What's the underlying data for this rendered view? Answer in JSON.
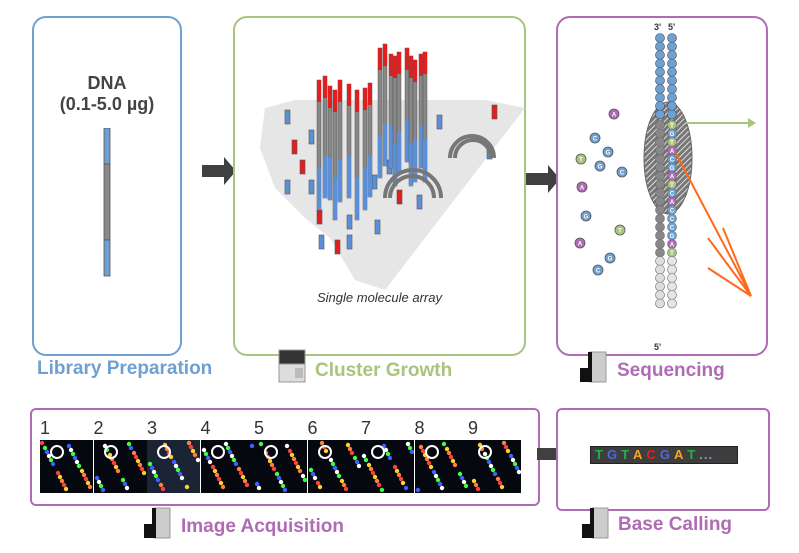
{
  "colors": {
    "library": "#6fa0d2",
    "cluster": "#a9c47f",
    "sequencing": "#b06bb5",
    "arrow": "#404040",
    "base_A": "#f5a623",
    "base_C": "#e02020",
    "base_G": "#4a6cdc",
    "base_T": "#22b04a"
  },
  "library_prep": {
    "title": "DNA",
    "amount": "(0.1-5.0 µg)",
    "label": "Library Preparation"
  },
  "cluster_growth": {
    "caption": "Single molecule array",
    "label": "Cluster Growth",
    "icon": "cbot-instrument-icon"
  },
  "sequencing": {
    "label": "Sequencing",
    "strand_top_left": "3'",
    "strand_top_right": "5'",
    "strand_bottom": "5'",
    "icon": "sequencer-instrument-icon",
    "free_nucleotides": [
      "A",
      "C",
      "G",
      "T",
      "G",
      "C",
      "A",
      "G",
      "T",
      "A",
      "G",
      "C"
    ],
    "strand_bases": [
      "T",
      "G",
      "T",
      "A",
      "C",
      "G",
      "A",
      "T",
      "C",
      "A",
      "C",
      "C",
      "C",
      "G",
      "A",
      "T"
    ]
  },
  "image_acquisition": {
    "label": "Image Acquisition",
    "icon": "sequencer-instrument-icon",
    "frames": [
      "1",
      "2",
      "3",
      "4",
      "5",
      "6",
      "7",
      "8",
      "9"
    ]
  },
  "base_calling": {
    "label": "Base Calling",
    "icon": "sequencer-instrument-icon",
    "sequence": [
      "T",
      "G",
      "T",
      "A",
      "C",
      "G",
      "A",
      "T"
    ],
    "ellipsis": "..."
  }
}
